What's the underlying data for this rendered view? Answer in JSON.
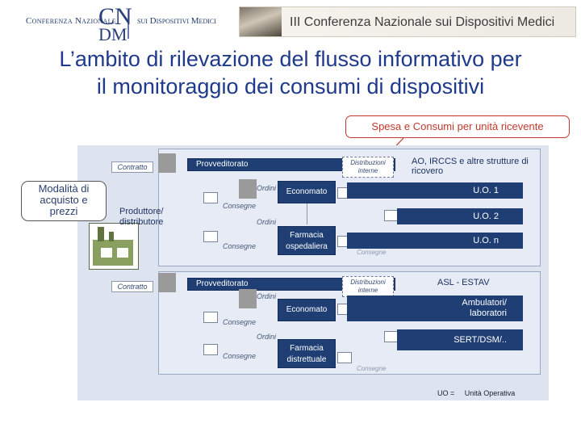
{
  "header": {
    "logo_conferenza": "Conferenza Nazionale",
    "logo_cn": "CN",
    "logo_dm": "DM",
    "logo_sui": "sui Dispositivi Medici",
    "banner_title": "III Conferenza Nazionale sui Dispositivi Medici"
  },
  "title": {
    "line1": "L’ambito di rilevazione del flusso informativo per",
    "line2": "il monitoraggio dei consumi di dispositivi"
  },
  "callout": "Spesa e Consumi per unità ricevente",
  "side_note": {
    "line1": "Modalità di",
    "line2": "acquisto e",
    "line3": "prezzi"
  },
  "diagram": {
    "producer": {
      "line1": "Produttore/",
      "line2": "distributore"
    },
    "top_section": {
      "contratto": "Contratto",
      "provveditorato": "Provveditorato",
      "distribuzioni": {
        "line1": "Distribuzioni",
        "line2": "interne"
      },
      "ordini_1": "Ordini",
      "economato": "Economato",
      "consegne_1": "Consegne",
      "ordini_2": "Ordini",
      "farmacia": {
        "line1": "Farmacia",
        "line2": "ospedaliera"
      },
      "consegne_2": "Consegne",
      "consegne_faint": "Consegne",
      "header": {
        "line1": "AO, IRCCS e altre strutture di",
        "line2": "ricovero"
      },
      "units": [
        "U.O. 1",
        "U.O. 2",
        "U.O. n"
      ]
    },
    "bottom_section": {
      "contratto": "Contratto",
      "provveditorato": "Provveditorato",
      "distribuzioni": {
        "line1": "Distribuzioni",
        "line2": "interne"
      },
      "ordini_1": "Ordini",
      "economato": "Economato",
      "consegne_1": "Consegne",
      "ordini_2": "Ordini",
      "farmacia": {
        "line1": "Farmacia",
        "line2": "distrettuale"
      },
      "consegne_2": "Consegne",
      "consegne_faint": "Consegne",
      "header": "ASL - ESTAV",
      "units": [
        {
          "line1": "Ambulatori/",
          "line2": "laboratori"
        },
        {
          "line1": "SERT/DSM/..",
          "line2": ""
        }
      ]
    },
    "legend": {
      "key": "UO =",
      "value": "Unità Operativa"
    }
  },
  "colors": {
    "title_blue": "#1f3a8a",
    "callout_red": "#c0392b",
    "unit_blue": "#1f3f74",
    "diagram_bg": "#dde3ef"
  }
}
